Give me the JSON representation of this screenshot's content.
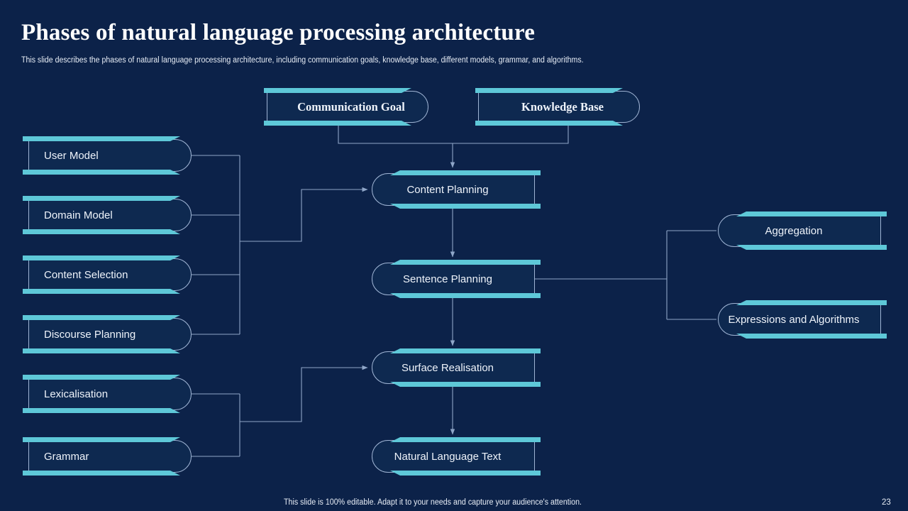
{
  "slide": {
    "title": "Phases of natural language processing architecture",
    "subtitle": "This slide describes the phases of natural language processing architecture, including communication goals, knowledge base, different models, grammar, and algorithms.",
    "footer_note": "This slide is 100% editable. Adapt it to your needs and capture your audience's attention.",
    "page_number": "23"
  },
  "colors": {
    "background": "#0c2249",
    "node_fill": "#0e2950",
    "accent": "#5ec8d8",
    "outline": "#9fb4d4",
    "text": "#eef3fa",
    "connector": "#8fa6c8"
  },
  "diagram": {
    "type": "flowchart",
    "inputs": [
      {
        "id": "user-model",
        "label": "User Model"
      },
      {
        "id": "domain-model",
        "label": "Domain Model"
      },
      {
        "id": "content-selection",
        "label": "Content Selection"
      },
      {
        "id": "discourse-planning",
        "label": "Discourse Planning"
      },
      {
        "id": "lexicalisation",
        "label": "Lexicalisation"
      },
      {
        "id": "grammar",
        "label": "Grammar"
      }
    ],
    "sources": [
      {
        "id": "communication-goal",
        "label": "Communication Goal"
      },
      {
        "id": "knowledge-base",
        "label": "Knowledge Base"
      }
    ],
    "pipeline": [
      {
        "id": "content-planning",
        "label": "Content Planning"
      },
      {
        "id": "sentence-planning",
        "label": "Sentence Planning"
      },
      {
        "id": "surface-realisation",
        "label": "Surface Realisation"
      },
      {
        "id": "natural-language-text",
        "label": "Natural Language Text"
      }
    ],
    "outputs": [
      {
        "id": "aggregation",
        "label": "Aggregation"
      },
      {
        "id": "expressions-and-algorithms",
        "label": "Expressions and Algorithms"
      }
    ],
    "edges": [
      {
        "from": "communication-goal",
        "to": "content-planning",
        "arrow": true
      },
      {
        "from": "knowledge-base",
        "to": "content-planning",
        "arrow": true
      },
      {
        "from": "input-group-top",
        "to": "content-planning",
        "arrow": true
      },
      {
        "from": "content-planning",
        "to": "sentence-planning",
        "arrow": true
      },
      {
        "from": "sentence-planning",
        "to": "surface-realisation",
        "arrow": true
      },
      {
        "from": "input-group-bottom",
        "to": "surface-realisation",
        "arrow": true
      },
      {
        "from": "surface-realisation",
        "to": "natural-language-text",
        "arrow": true
      },
      {
        "from": "sentence-planning",
        "to": "aggregation",
        "arrow": false
      },
      {
        "from": "sentence-planning",
        "to": "expressions-and-algorithms",
        "arrow": false
      }
    ]
  }
}
